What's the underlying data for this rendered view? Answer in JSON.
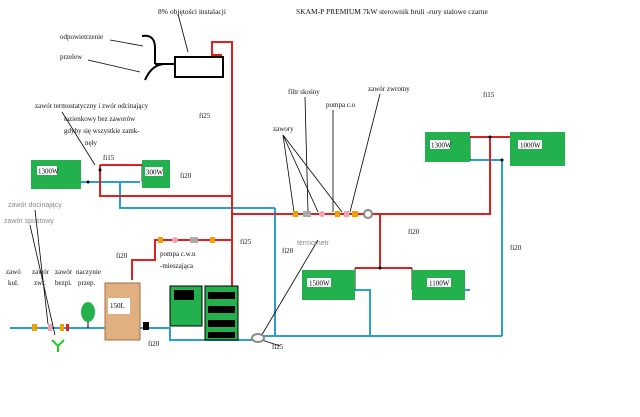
{
  "title": "SKAM-P PREMIUM 7kW  sterownik bruli -rury stalowe czarne",
  "labels": {
    "expansion": "8% objętości instalacji",
    "vent": "odpowietrzenie",
    "overflow": "przelew",
    "thermo_valve_l1": "zawór termostatyczny i zwór odcinający",
    "thermo_valve_l2": "łazienkowy bez zaworów",
    "thermo_valve_l3": "gdyby się wszystkie zamk-",
    "thermo_valve_l4": "nęły",
    "filter": "filtr skośny",
    "pump_co": "pompa c.o",
    "check_valve": "zawór zwrotny",
    "valves": "zawory",
    "shutoff_valve": "zawór docinający",
    "drain_valve": "zawór spustowy",
    "pump_cwu_l1": "pompa c.w.u",
    "pump_cwu_l2": "-mieszająca",
    "termometr": "termometr",
    "bottom_valve1_l1": "zawó",
    "bottom_valve1_l2": "kul.",
    "bottom_valve2_l1": "zawór",
    "bottom_valve2_l2": "zwr.",
    "bottom_valve3_l1": "zawór",
    "bottom_valve3_l2": "bezpi.",
    "vessel_l1": "naczynie",
    "vessel_l2": "przep.",
    "tank": "150L"
  },
  "pipe_sizes": {
    "fi25_a": "fi25",
    "fi15_left": "fi15",
    "fi20_left": "fi20",
    "fi15_right": "fi15",
    "fi20_mid": "fi20",
    "fi20_right": "fi20",
    "fi20_center": "fi20",
    "fi25_b": "fi25",
    "fi20_pump": "fi20",
    "fi20_bottom": "fi20",
    "fi25_bottom": "fi25"
  },
  "radiators": {
    "r1": "1300W",
    "r2": "300W",
    "r3": "1300W",
    "r4": "1000W",
    "r5": "1500W",
    "r6": "1100W"
  },
  "colors": {
    "supply": "#dd2020",
    "return": "#2aa0d0",
    "radiator": "#22b14c",
    "tank": "#e0b080",
    "line": "#000000"
  }
}
